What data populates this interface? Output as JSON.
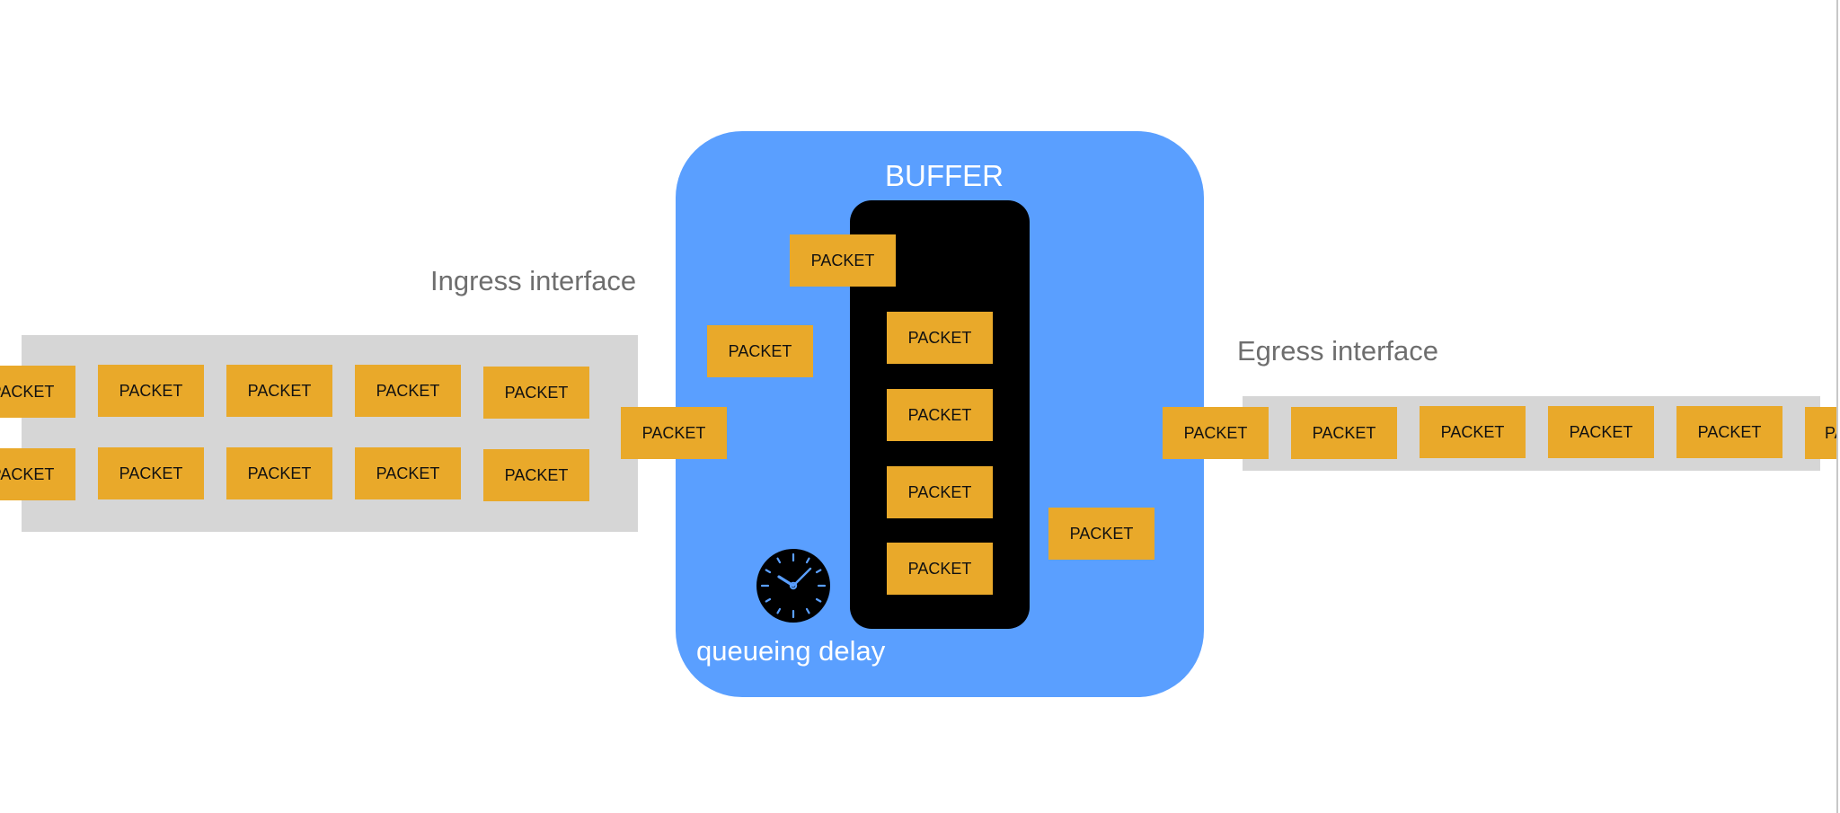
{
  "diagram": {
    "ingress_label": "Ingress interface",
    "egress_label": "Egress interface",
    "buffer_title": "BUFFER",
    "delay_label": "queueing delay",
    "packet_label": "PACKET",
    "colors": {
      "buffer": "#5a9fff",
      "packet": "#e9a92a",
      "queue": "#000000",
      "tray": "#d6d6d6",
      "clock_ticks": "#5a9fff"
    },
    "icons": [
      "clock-icon"
    ]
  }
}
